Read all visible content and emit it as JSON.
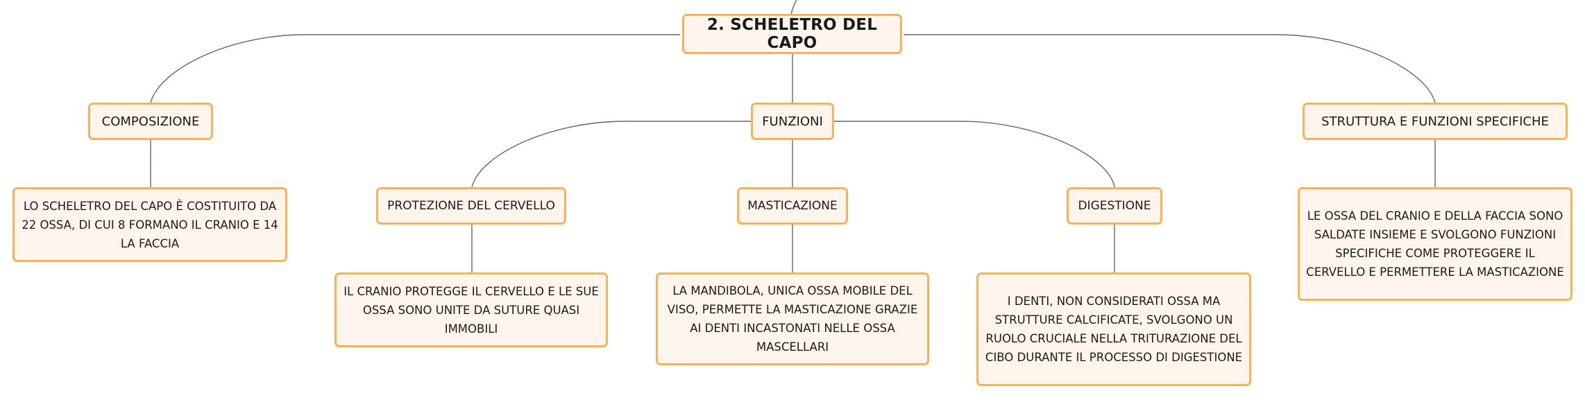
{
  "colors": {
    "node_border": "#f5b359",
    "node_fill": "#fff5ed",
    "connector": "#666666",
    "text": "#1a1a1a"
  },
  "root": {
    "title": "2. SCHELETRO DEL CAPO"
  },
  "branches": {
    "composizione": {
      "title": "COMPOSIZIONE",
      "description": "LO SCHELETRO DEL CAPO È COSTITUITO DA 22 OSSA, DI CUI 8 FORMANO IL CRANIO E 14 LA FACCIA"
    },
    "funzioni": {
      "title": "FUNZIONI",
      "children": {
        "protezione": {
          "title": "PROTEZIONE DEL CERVELLO",
          "description": "IL CRANIO PROTEGGE IL CERVELLO E LE SUE OSSA SONO UNITE DA SUTURE QUASI IMMOBILI"
        },
        "masticazione": {
          "title": "MASTICAZIONE",
          "description": "LA MANDIBOLA, UNICA OSSA MOBILE DEL VISO, PERMETTE LA MASTICAZIONE GRAZIE AI DENTI INCASTONATI NELLE OSSA MASCELLARI"
        },
        "digestione": {
          "title": "DIGESTIONE",
          "description": "I DENTI, NON CONSIDERATI OSSA MA STRUTTURE CALCIFICATE, SVOLGONO UN RUOLO CRUCIALE NELLA TRITURAZIONE DEL CIBO DURANTE IL PROCESSO DI DIGESTIONE"
        }
      }
    },
    "struttura": {
      "title": "STRUTTURA E FUNZIONI SPECIFICHE",
      "description": "LE OSSA DEL CRANIO E DELLA FACCIA SONO SALDATE INSIEME E SVOLGONO FUNZIONI SPECIFICHE COME PROTEGGERE IL CERVELLO E PERMETTERE LA MASTICAZIONE"
    }
  }
}
